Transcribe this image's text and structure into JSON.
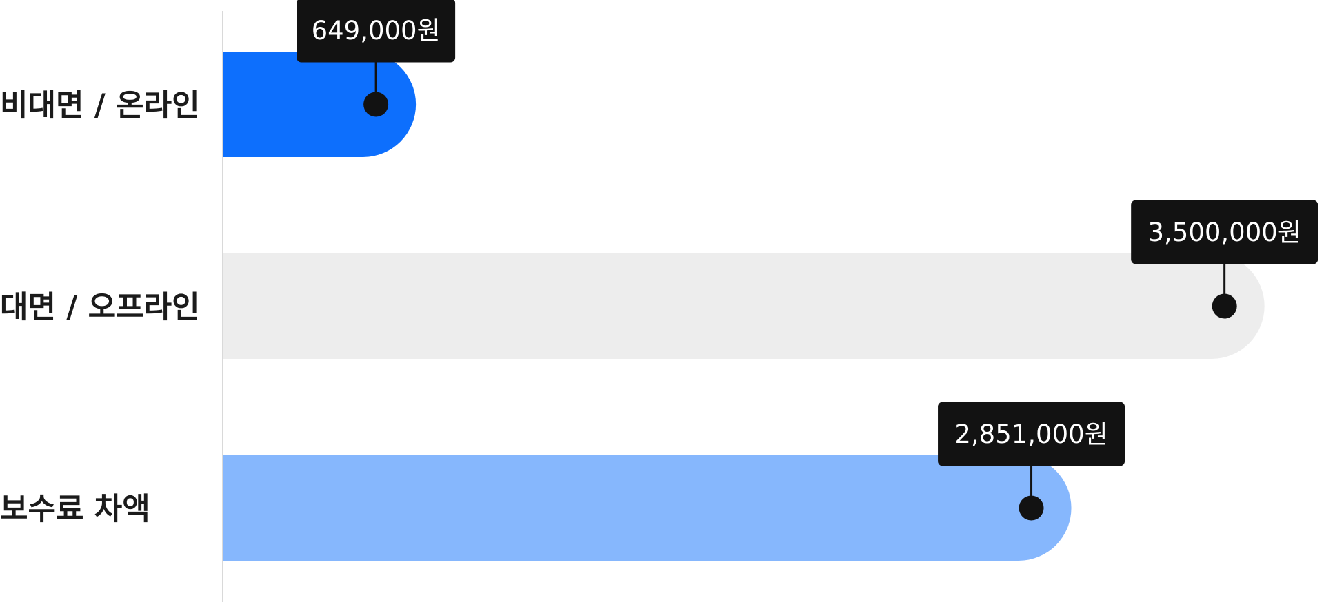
{
  "chart_data": {
    "type": "bar",
    "orientation": "horizontal",
    "categories": [
      "비대면 / 온라인",
      "대면 / 오프라인",
      "보수료 차액"
    ],
    "values": [
      649000,
      3500000,
      2851000
    ],
    "value_labels": [
      "649,000원",
      "3,500,000원",
      "2,851,000원"
    ],
    "unit": "원",
    "xlim": [
      0,
      3700000
    ],
    "grid": false,
    "legend": "none",
    "bar_colors": [
      "#0d6ffd",
      "#ededed",
      "#86b7fd"
    ],
    "tooltip_color": "#121212",
    "axis_color": "#d9d9d9",
    "label_color": "#1b1b1b"
  }
}
